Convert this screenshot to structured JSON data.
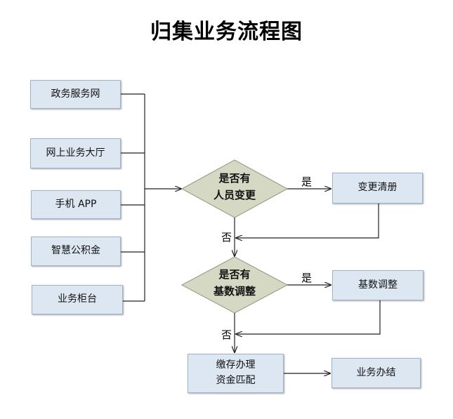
{
  "title": "归集业务流程图",
  "sources": [
    {
      "label": "政务服务网"
    },
    {
      "label": "网上业务大厅"
    },
    {
      "label": "手机 APP"
    },
    {
      "label": "智慧公积金"
    },
    {
      "label": "业务柜台"
    }
  ],
  "decision1": {
    "label": "是否有\n人员变更",
    "yes": "是",
    "no": "否"
  },
  "action1": {
    "label": "变更清册"
  },
  "decision2": {
    "label": "是否有\n基数调整",
    "yes": "是",
    "no": "否"
  },
  "action2": {
    "label": "基数调整"
  },
  "process": {
    "label": "缴存办理\n资金匹配"
  },
  "end": {
    "label": "业务办结"
  },
  "colors": {
    "box_fill": "#dde7f2",
    "box_border": "#9eb3cc",
    "diamond_fill": "#d5d9c3",
    "diamond_border": "#9aa08a",
    "line": "#222222"
  }
}
